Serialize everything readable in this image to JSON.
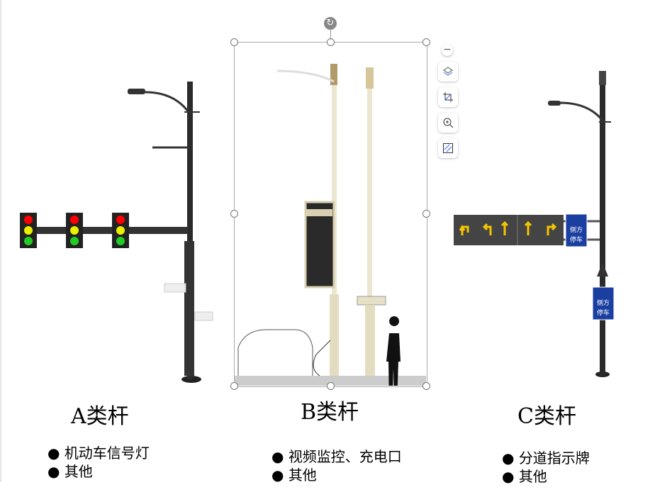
{
  "poles": [
    {
      "title": "A类杆",
      "bullets": [
        "机动车信号灯",
        "其他"
      ]
    },
    {
      "title": "B类杆",
      "bullets": [
        "视频监控、充电口",
        "其他"
      ]
    },
    {
      "title": "C类杆",
      "bullets": [
        "分道指示牌",
        "其他"
      ]
    }
  ],
  "signs": {
    "side_parking": [
      "侧方",
      "停车"
    ]
  },
  "toolbar": [
    "collapse",
    "layers",
    "crop",
    "zoom-in",
    "fill"
  ]
}
